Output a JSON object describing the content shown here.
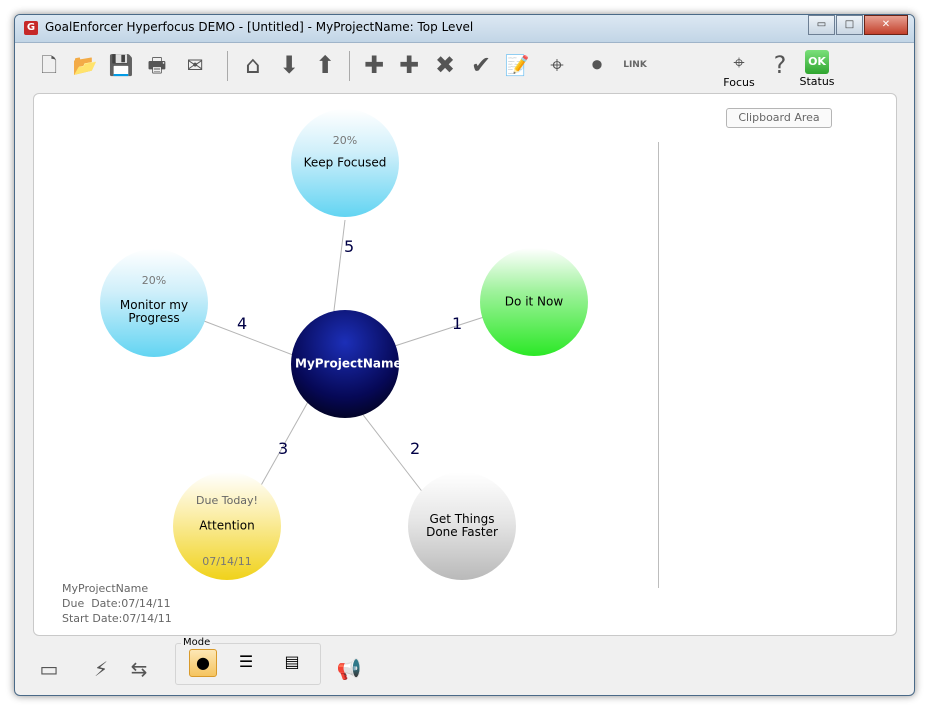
{
  "window": {
    "title": "GoalEnforcer Hyperfocus DEMO  -  [Untitled]  -  MyProjectName: Top Level",
    "minimize": "▭",
    "maximize": "□",
    "close": "✕"
  },
  "toolbar": {
    "focus_label": "Focus",
    "status_label": "Status",
    "status_ok": "OK",
    "link_label": "LINK"
  },
  "clipboard": {
    "label": "Clipboard Area"
  },
  "map": {
    "center": {
      "label": "MyProjectName"
    },
    "nodes": [
      {
        "number": "1",
        "label": "Do it Now",
        "color": "#2be826"
      },
      {
        "number": "2",
        "label": "Get Things Done Faster",
        "color": "#b9b9b9"
      },
      {
        "number": "3",
        "label": "Attention",
        "due": "Due Today!",
        "date": "07/14/11",
        "color": "#f0d21a"
      },
      {
        "number": "4",
        "label": "Monitor my Progress",
        "percent": "20%",
        "color": "#62d4f2"
      },
      {
        "number": "5",
        "label": "Keep Focused",
        "percent": "20%",
        "color": "#62d4f2"
      }
    ]
  },
  "info": {
    "name": "MyProjectName",
    "due": "Due  Date:07/14/11",
    "start": "Start Date:07/14/11"
  },
  "bottom": {
    "mode_label": "Mode"
  }
}
